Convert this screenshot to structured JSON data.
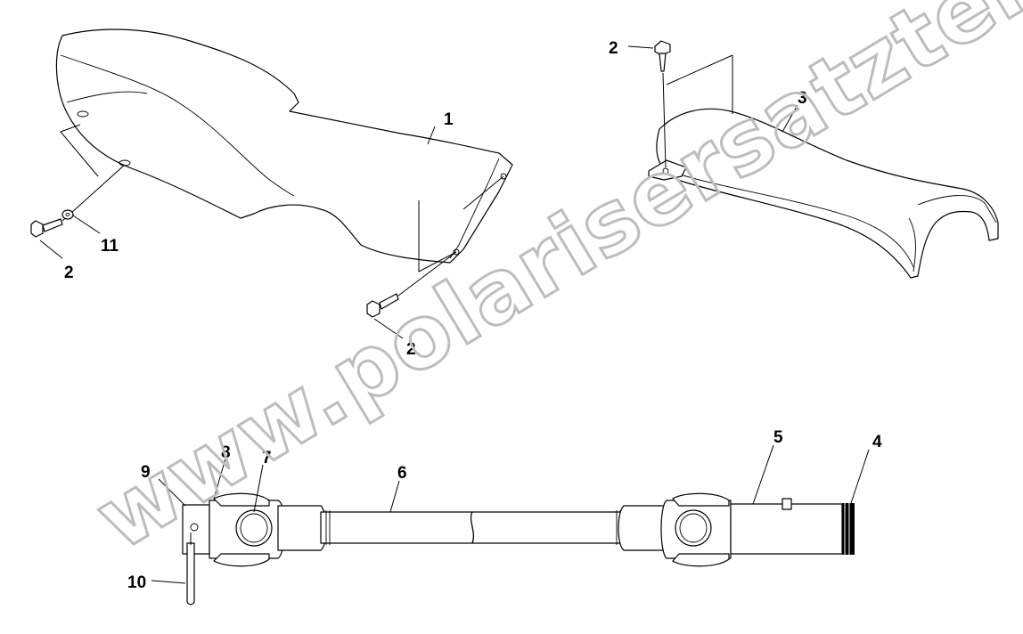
{
  "watermark": "www.polarisersatzteile.de",
  "callouts": {
    "seat_part": "1",
    "screw_left": "2",
    "washer": "11",
    "screw_seat_bottom": "2",
    "screw_cover_top": "2",
    "cover_part": "3",
    "shaft_end_ring": "4",
    "yoke_right": "5",
    "shaft_tube": "6",
    "cross_bearing": "7",
    "yoke_left": "8",
    "yoke_end": "9",
    "roll_pin": "10"
  }
}
